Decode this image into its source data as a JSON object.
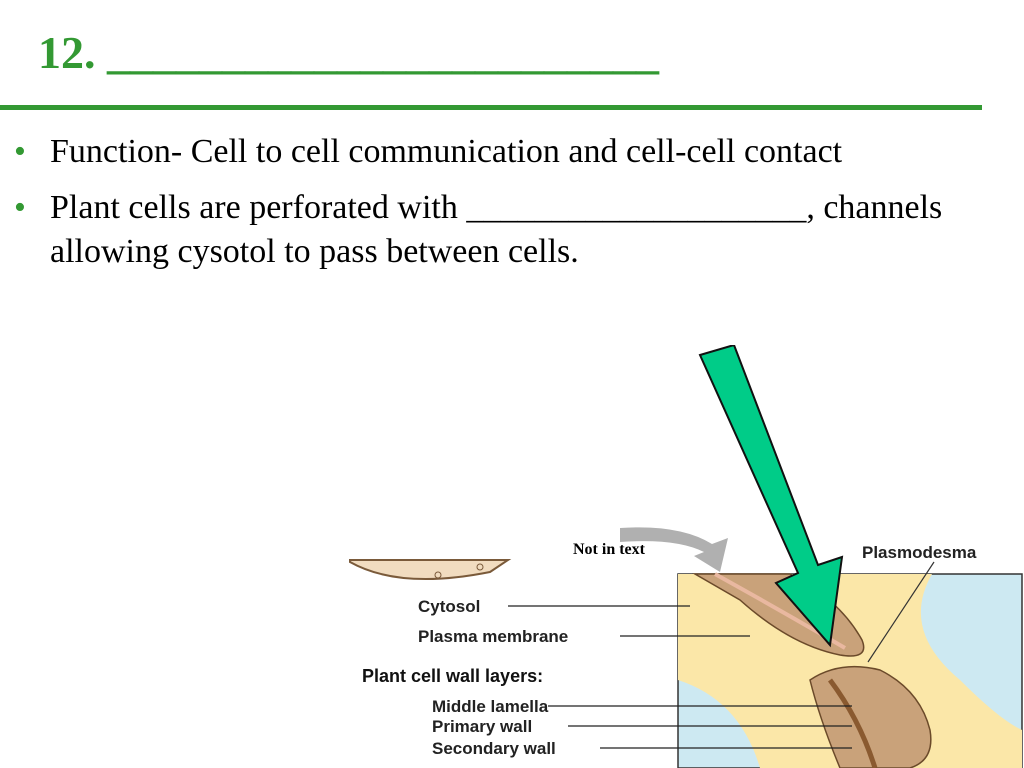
{
  "slide": {
    "title": "12. ________________________"
  },
  "bullets": [
    {
      "text": "Function- Cell to cell communication and cell-cell contact"
    },
    {
      "text": "Plant cells are perforated with ____________________, channels allowing cysotol to pass between cells."
    }
  ],
  "figure": {
    "note": "Not in text",
    "labels": {
      "plasmodesma": "Plasmodesma",
      "cytosol": "Cytosol",
      "plasma_membrane": "Plasma membrane",
      "wall_layers_heading": "Plant cell wall layers:",
      "middle_lamella": "Middle lamella",
      "primary_wall": "Primary wall",
      "secondary_wall": "Secondary wall"
    },
    "colors": {
      "arrow_fill": "#00cc88",
      "cytoplasm": "#fbe7a8",
      "wall": "#c9a27a",
      "outside": "#cde9f2",
      "title_green": "#339933"
    }
  }
}
